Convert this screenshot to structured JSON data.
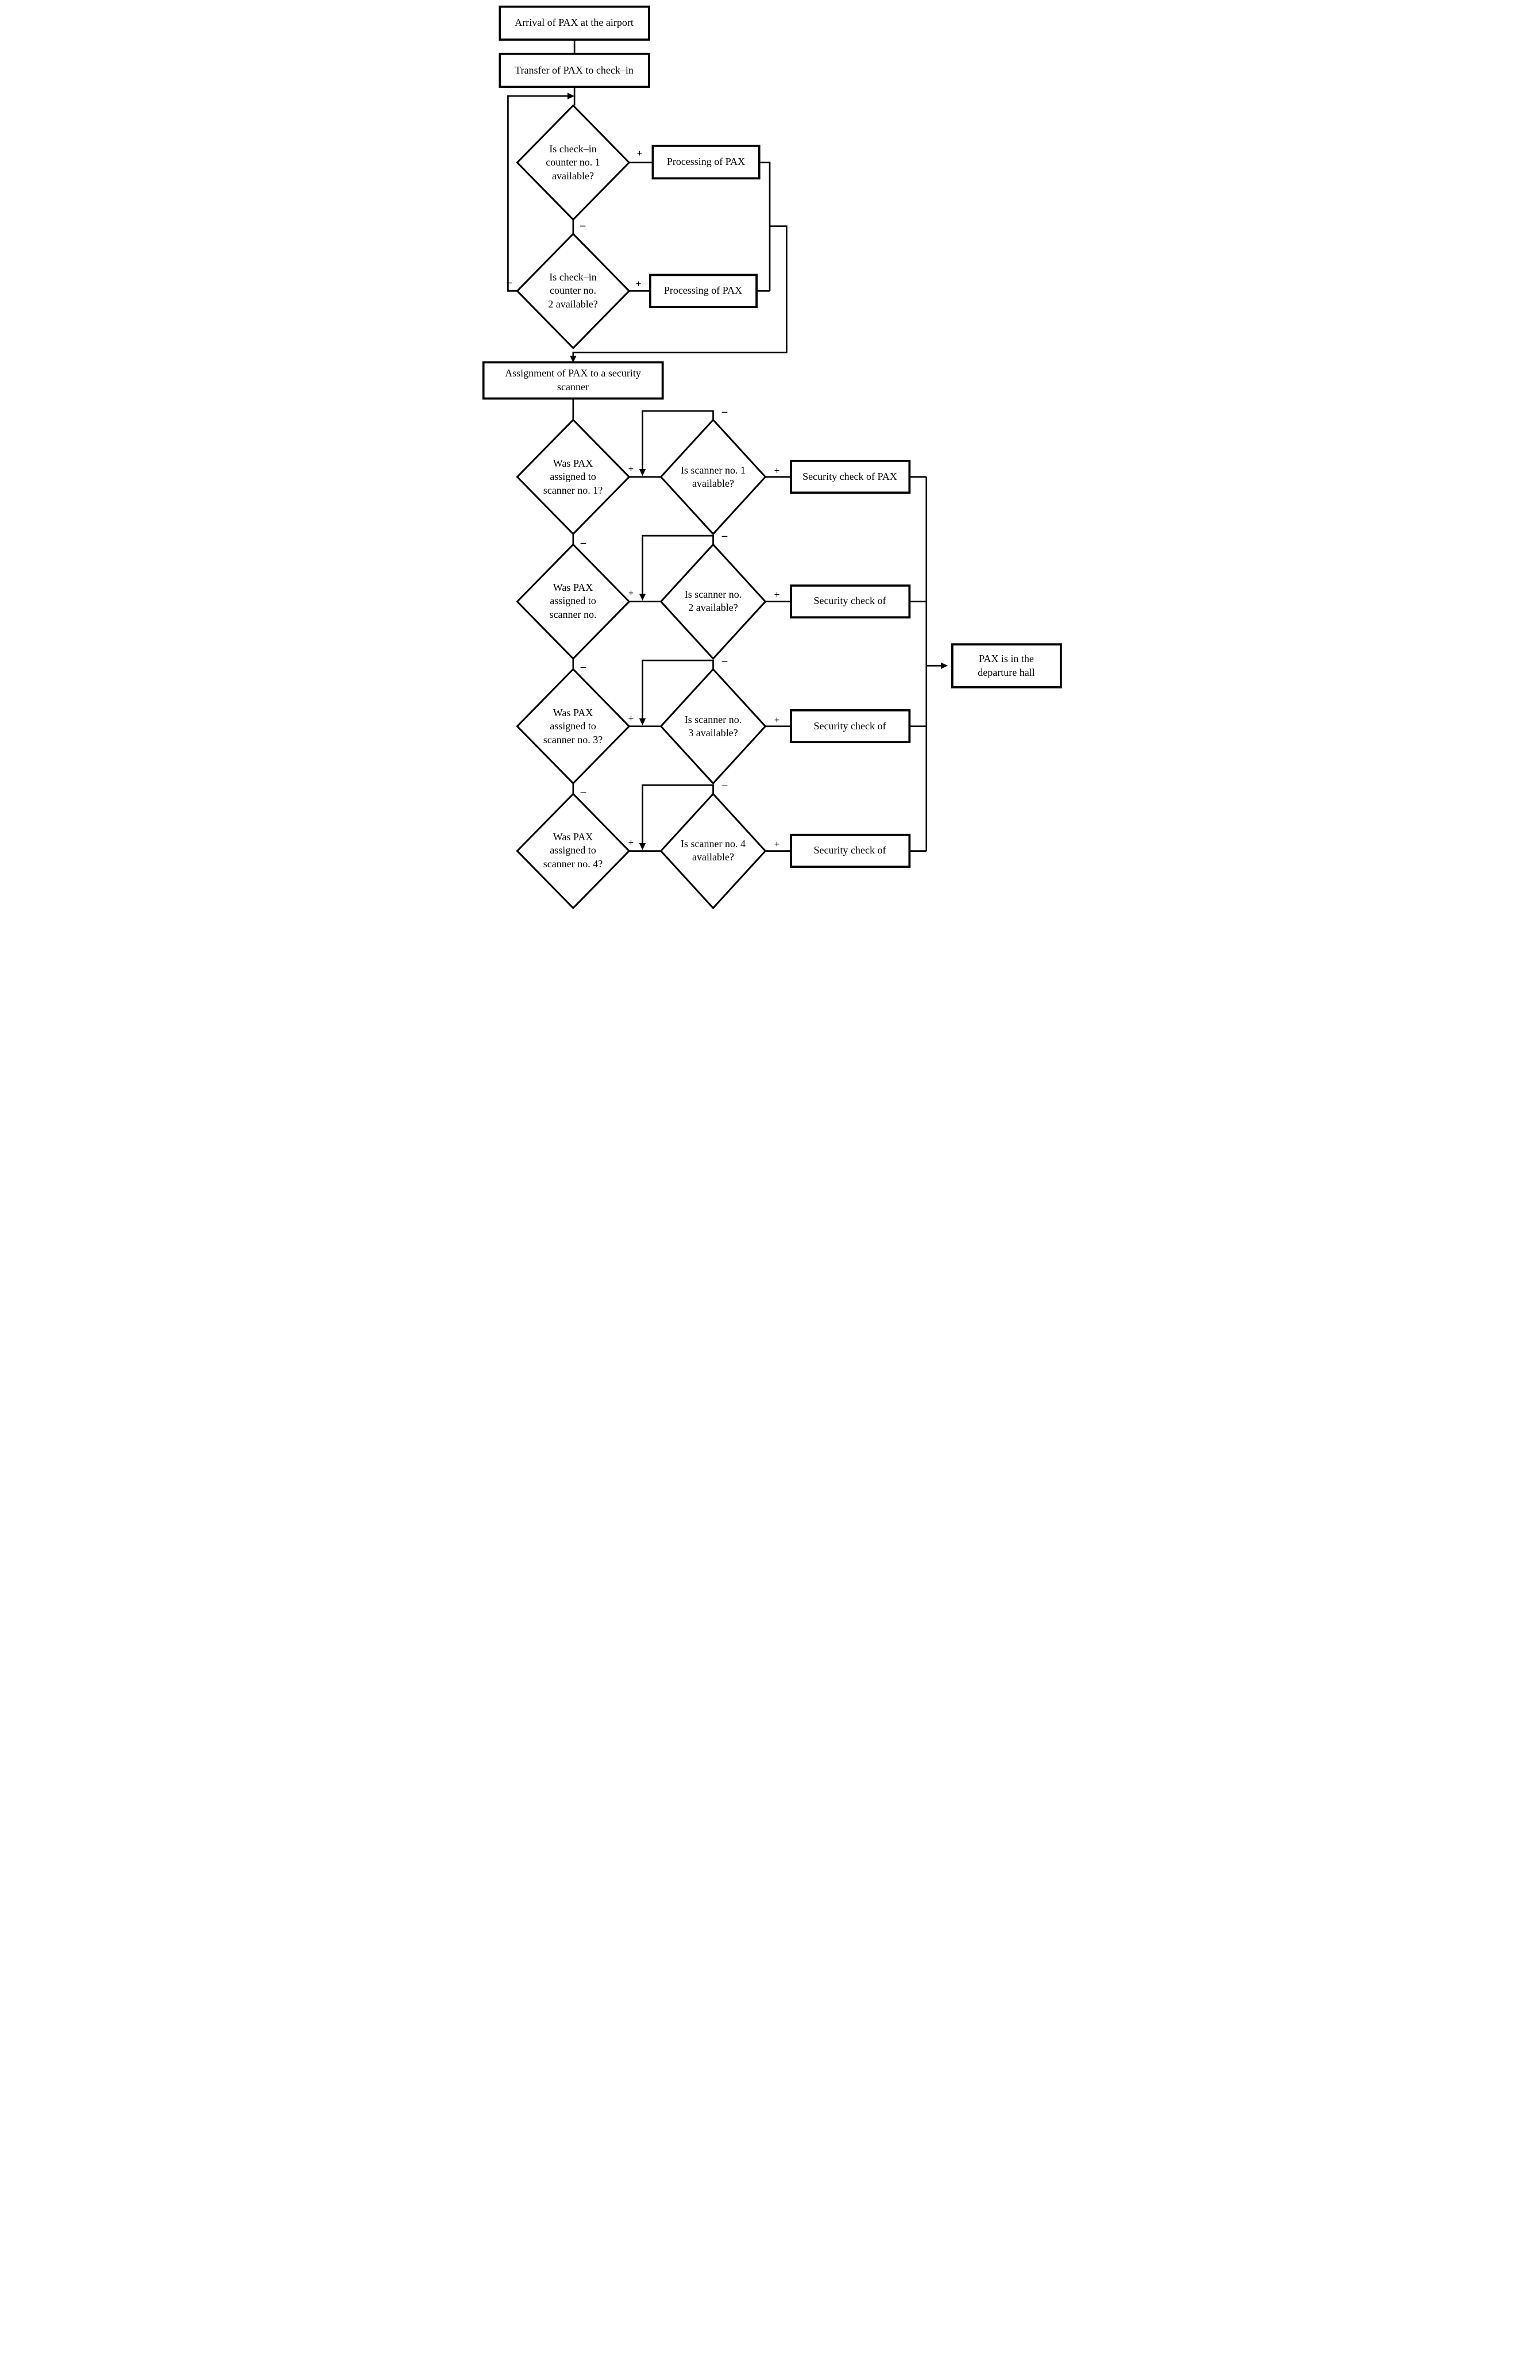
{
  "connector_labels": {
    "plus": "+",
    "minus": "–"
  },
  "nodes": {
    "arrival": "Arrival of PAX at the airport",
    "transfer": "Transfer of PAX to check–in",
    "checkin_counter_1": "Is check–in\ncounter no. 1\navailable?",
    "processing_1": "Processing of PAX",
    "checkin_counter_2": "Is check–in\ncounter no.\n2 available?",
    "processing_2": "Processing of PAX",
    "assignment": "Assignment of PAX to a security\nscanner",
    "departure": "PAX is in the\ndeparture hall",
    "scanner_rows": [
      {
        "was_assigned": "Was PAX\nassigned to\nscanner no. 1?",
        "is_available": "Is scanner no. 1\navailable?",
        "security_check": "Security check of PAX"
      },
      {
        "was_assigned": "Was PAX\nassigned to\nscanner no.",
        "is_available": "Is scanner no.\n2 available?",
        "security_check": "Security check of"
      },
      {
        "was_assigned": "Was PAX\nassigned to\nscanner no. 3?",
        "is_available": "Is scanner no.\n3 available?",
        "security_check": "Security check of"
      },
      {
        "was_assigned": "Was PAX\nassigned to\nscanner no. 4?",
        "is_available": "Is scanner no. 4\navailable?",
        "security_check": "Security check of"
      }
    ]
  }
}
